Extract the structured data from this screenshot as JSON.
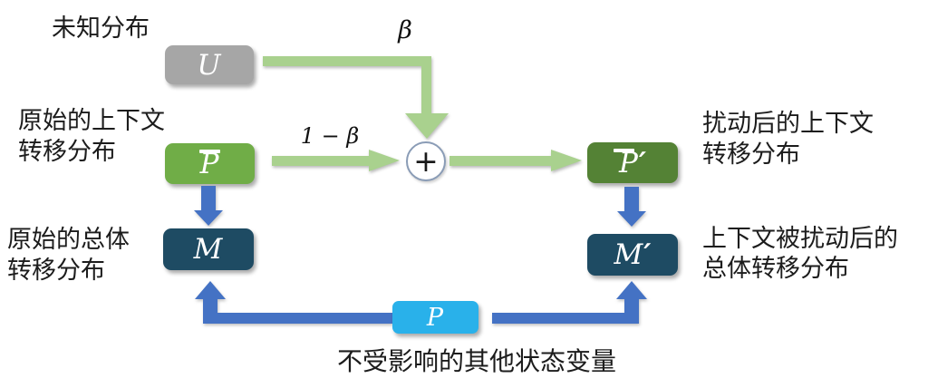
{
  "diagram": {
    "labels": {
      "unknown": "未知分布",
      "beta": "β",
      "one_minus_beta": "1 − β",
      "plus": "+",
      "orig_context": [
        "原始的上下文",
        "转移分布"
      ],
      "perturbed_context": [
        "扰动后的上下文",
        "转移分布"
      ],
      "orig_overall": [
        "原始的总体",
        "转移分布"
      ],
      "perturbed_overall": [
        "上下文被扰动后的",
        "总体转移分布"
      ],
      "unaffected": "不受影响的其他状态变量"
    },
    "nodes": {
      "u": {
        "base": "U",
        "prime": "",
        "overbar": false
      },
      "pbar": {
        "base": "P",
        "prime": "",
        "overbar": true
      },
      "pbar_prime": {
        "base": "P",
        "prime": "′",
        "overbar": true
      },
      "m": {
        "base": "M",
        "prime": "",
        "overbar": false
      },
      "m_prime": {
        "base": "M",
        "prime": "′",
        "overbar": false
      },
      "p": {
        "base": "P",
        "prime": "",
        "overbar": false
      }
    },
    "colors": {
      "gray_box": "#A6A6A6",
      "green_box": "#70AD47",
      "dark_green_box": "#548235",
      "navy_box": "#1E4B63",
      "cyan_box": "#29B1EA",
      "green_arrow": "#A9D18E",
      "blue_arrow": "#4472C4",
      "plus_circle_border": "#8A9CB6",
      "text": "#1C1C1C"
    }
  }
}
